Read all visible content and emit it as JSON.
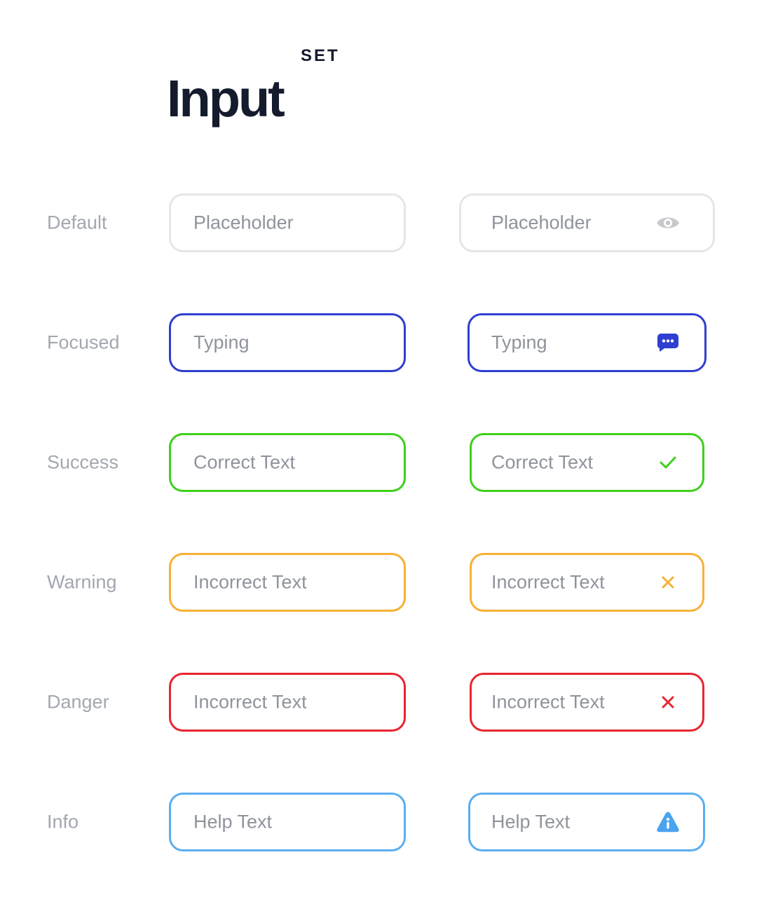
{
  "header": {
    "eyebrow": "SET",
    "title": "Input"
  },
  "rows": [
    {
      "label": "Default",
      "color": "#e6e6e6",
      "left_text": "Placeholder",
      "right_text": "Placeholder",
      "icon": "eye-icon",
      "icon_color": "#c6c8cc"
    },
    {
      "label": "Focused",
      "color": "#2e3fd1",
      "left_text": "Typing",
      "right_text": "Typing",
      "icon": "chat-dots-icon",
      "icon_color": "#2e3fd1"
    },
    {
      "label": "Success",
      "color": "#3ed01c",
      "left_text": "Correct Text",
      "right_text": "Correct Text",
      "icon": "check-icon",
      "icon_color": "#3ed01c"
    },
    {
      "label": "Warning",
      "color": "#f7b034",
      "left_text": "Incorrect Text",
      "right_text": "Incorrect Text",
      "icon": "close-icon",
      "icon_color": "#f7b034"
    },
    {
      "label": "Danger",
      "color": "#e8252f",
      "left_text": "Incorrect Text",
      "right_text": "Incorrect Text",
      "icon": "close-icon",
      "icon_color": "#e8252f"
    },
    {
      "label": "Info",
      "color": "#5aaef0",
      "left_text": "Help Text",
      "right_text": "Help Text",
      "icon": "info-triangle-icon",
      "icon_color": "#4aa3ef"
    }
  ]
}
